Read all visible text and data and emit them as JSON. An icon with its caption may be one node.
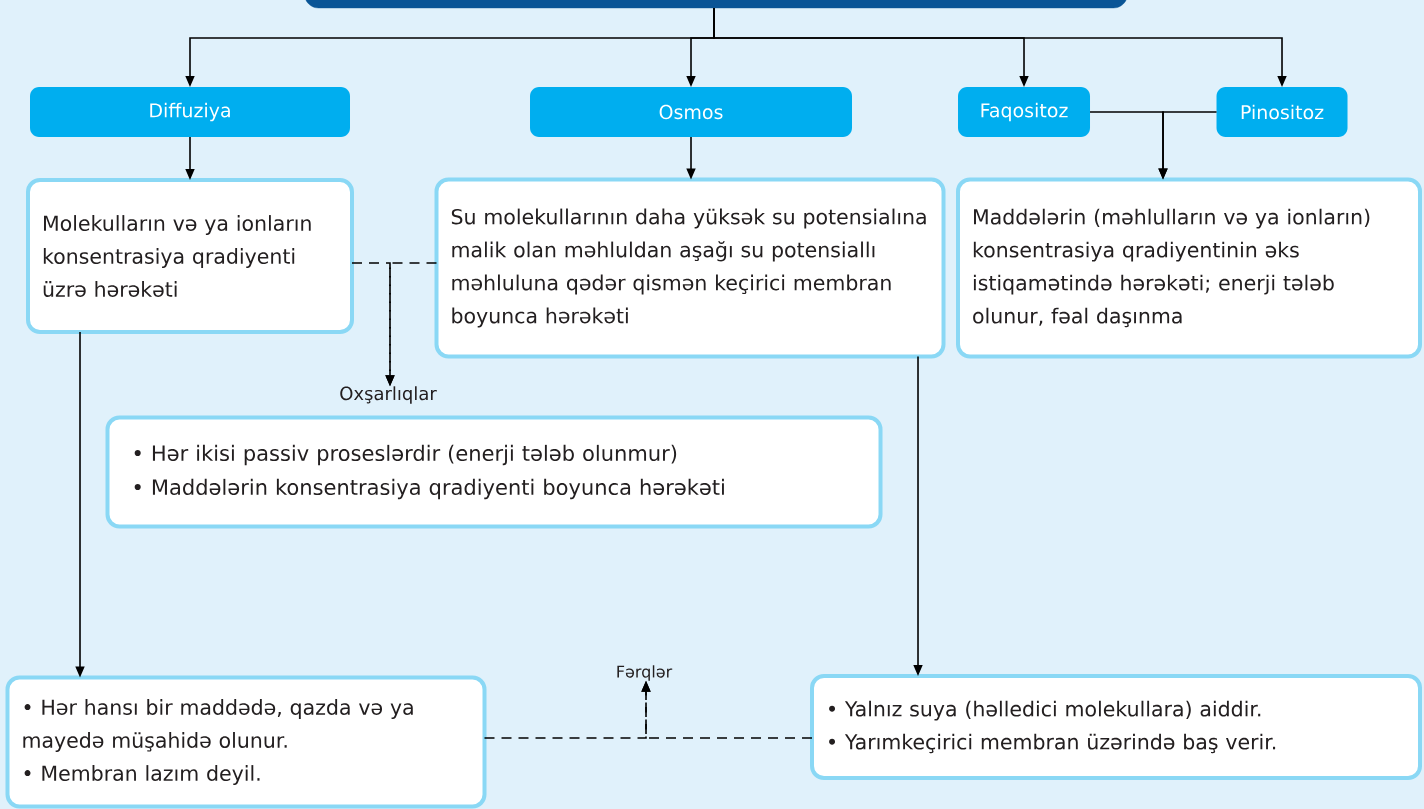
{
  "diagram": {
    "nodes": [
      {
        "text": [],
        "shape": "box"
      },
      {
        "text": [
          "Diffuziya"
        ]
      },
      {
        "text": [
          "Osmos"
        ]
      },
      {
        "text": [
          "Faqositoz"
        ]
      },
      {
        "text": [
          "Pinositoz"
        ]
      },
      {
        "text": [
          "Molekulların və ya ionların konsentrasiya qradiyenti üzrə hərəkəti"
        ]
      },
      {
        "text": [
          "Su molekullarının daha yüksək su potensialına malik olan məhluldan aşağı su potensiallı məhluluna qədər qismən keçirici membran boyunca hərəkəti"
        ]
      },
      {
        "text": [
          "Maddələrin (məhlulların və ya ionların) konsentrasiya qradiyentinin əks istiqamətində hərəkəti; enerji tələb olunur, fəal daşınma"
        ]
      },
      {
        "text": [
          "Oxşarlıqlar",
          "• Hər ikisi passiv proseslərdir (enerji tələb olunmur)",
          "• Maddələrin konsentrasiya qradiyenti boyunca hərəkəti"
        ]
      },
      {
        "text": [
          "• Hər hansı bir maddədə, qazda və ya mayedə müşahidə olunur.",
          "• Membran lazım deyil."
        ]
      },
      {
        "text": [
          "• Yalnız suya (həlledici molekullara) aiddir.",
          "• Yarımkeçirici membran üzərində baş verir."
        ]
      },
      {
        "text": [
          "Fərqlər"
        ]
      }
    ],
    "edges": [
      {
        "from": 0,
        "to": 1,
        "arrow": "to"
      },
      {
        "from": 0,
        "to": 2,
        "arrow": "to"
      },
      {
        "from": 0,
        "to": 3,
        "arrow": "to"
      },
      {
        "from": 0,
        "to": 4,
        "arrow": "to"
      },
      {
        "from": 1,
        "to": 5,
        "arrow": "to"
      },
      {
        "from": 2,
        "to": 6,
        "arrow": "to"
      },
      {
        "from": 3,
        "to": 7,
        "arrow": "to"
      },
      {
        "from": 4,
        "to": 7,
        "arrow": "to"
      },
      {
        "from": 5,
        "to": 8,
        "arrow": "to",
        "style": "dashed"
      },
      {
        "from": 6,
        "to": 8,
        "arrow": "to",
        "style": "dashed"
      },
      {
        "from": 5,
        "to": 9,
        "arrow": "to"
      },
      {
        "from": 6,
        "to": 10,
        "arrow": "to"
      },
      {
        "from": 9,
        "to": 11,
        "arrow": "to",
        "style": "dashed"
      },
      {
        "from": 10,
        "to": 11,
        "arrow": "to",
        "style": "dashed"
      }
    ]
  }
}
